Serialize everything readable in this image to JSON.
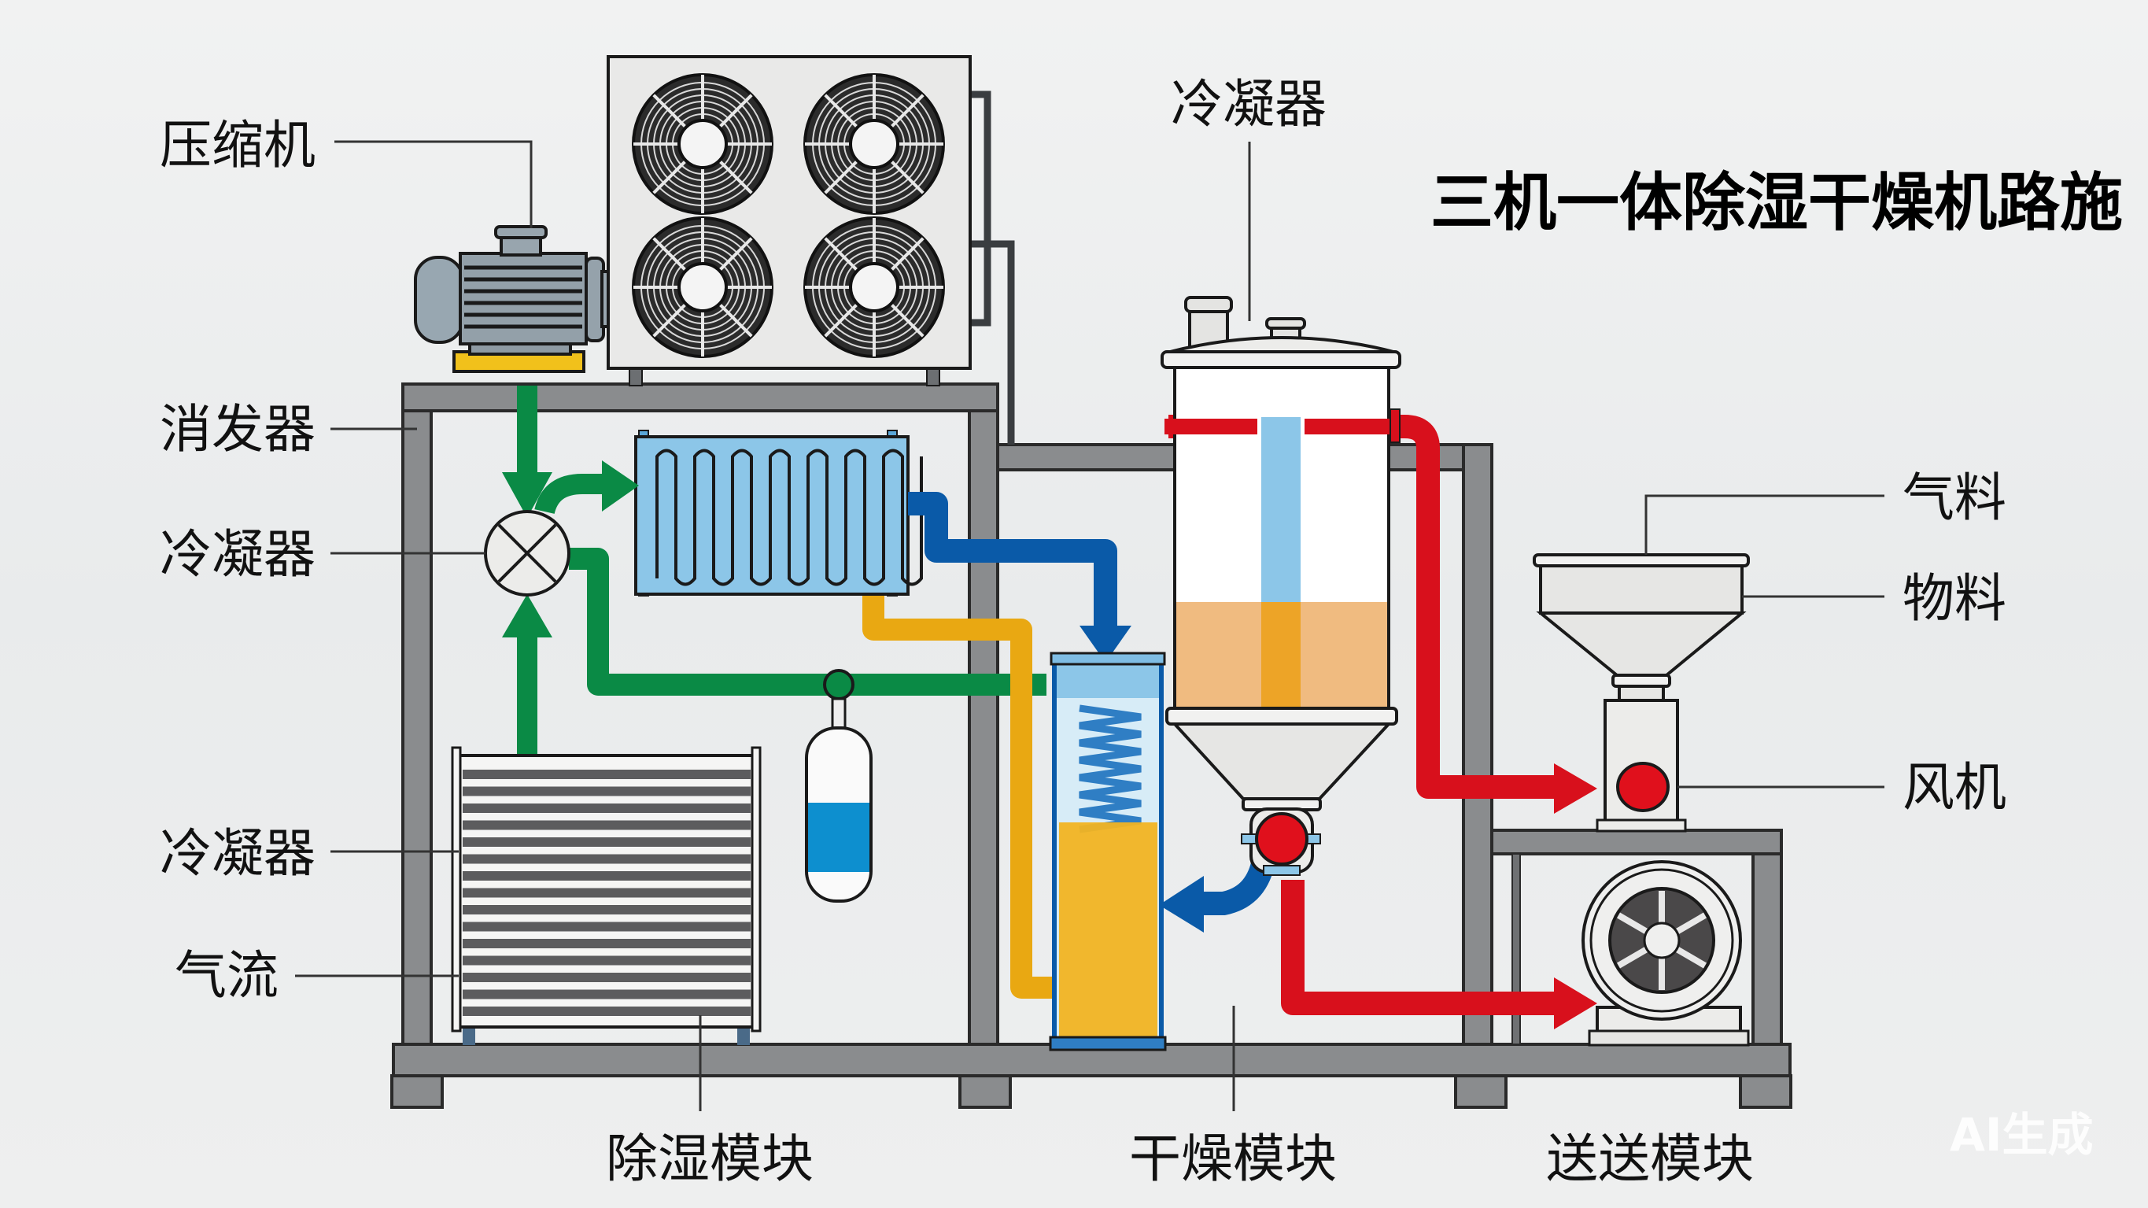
{
  "title": "三机一体除湿干燥机路施",
  "labels": {
    "compressor": "压缩机",
    "evaporator": "消发器",
    "condenser_valve": "冷凝器",
    "condenser_coil": "冷凝器",
    "airflow": "气流",
    "condenser_top": "冷凝器",
    "gas_material": "气料",
    "material": "物料",
    "blower": "风机"
  },
  "modules": {
    "dehumidify": "除湿模块",
    "drying": "干燥模块",
    "conveying": "送送模块"
  },
  "watermark": "AI生成",
  "colors": {
    "green_pipe": "#0a8a45",
    "blue_pipe": "#0a5aa8",
    "yellow_pipe": "#e9a812",
    "red_pipe": "#d8101c",
    "frame": "#8a8c8e",
    "evaporator_fill": "#8cc6e8",
    "material_fill": "#f0bb80"
  }
}
